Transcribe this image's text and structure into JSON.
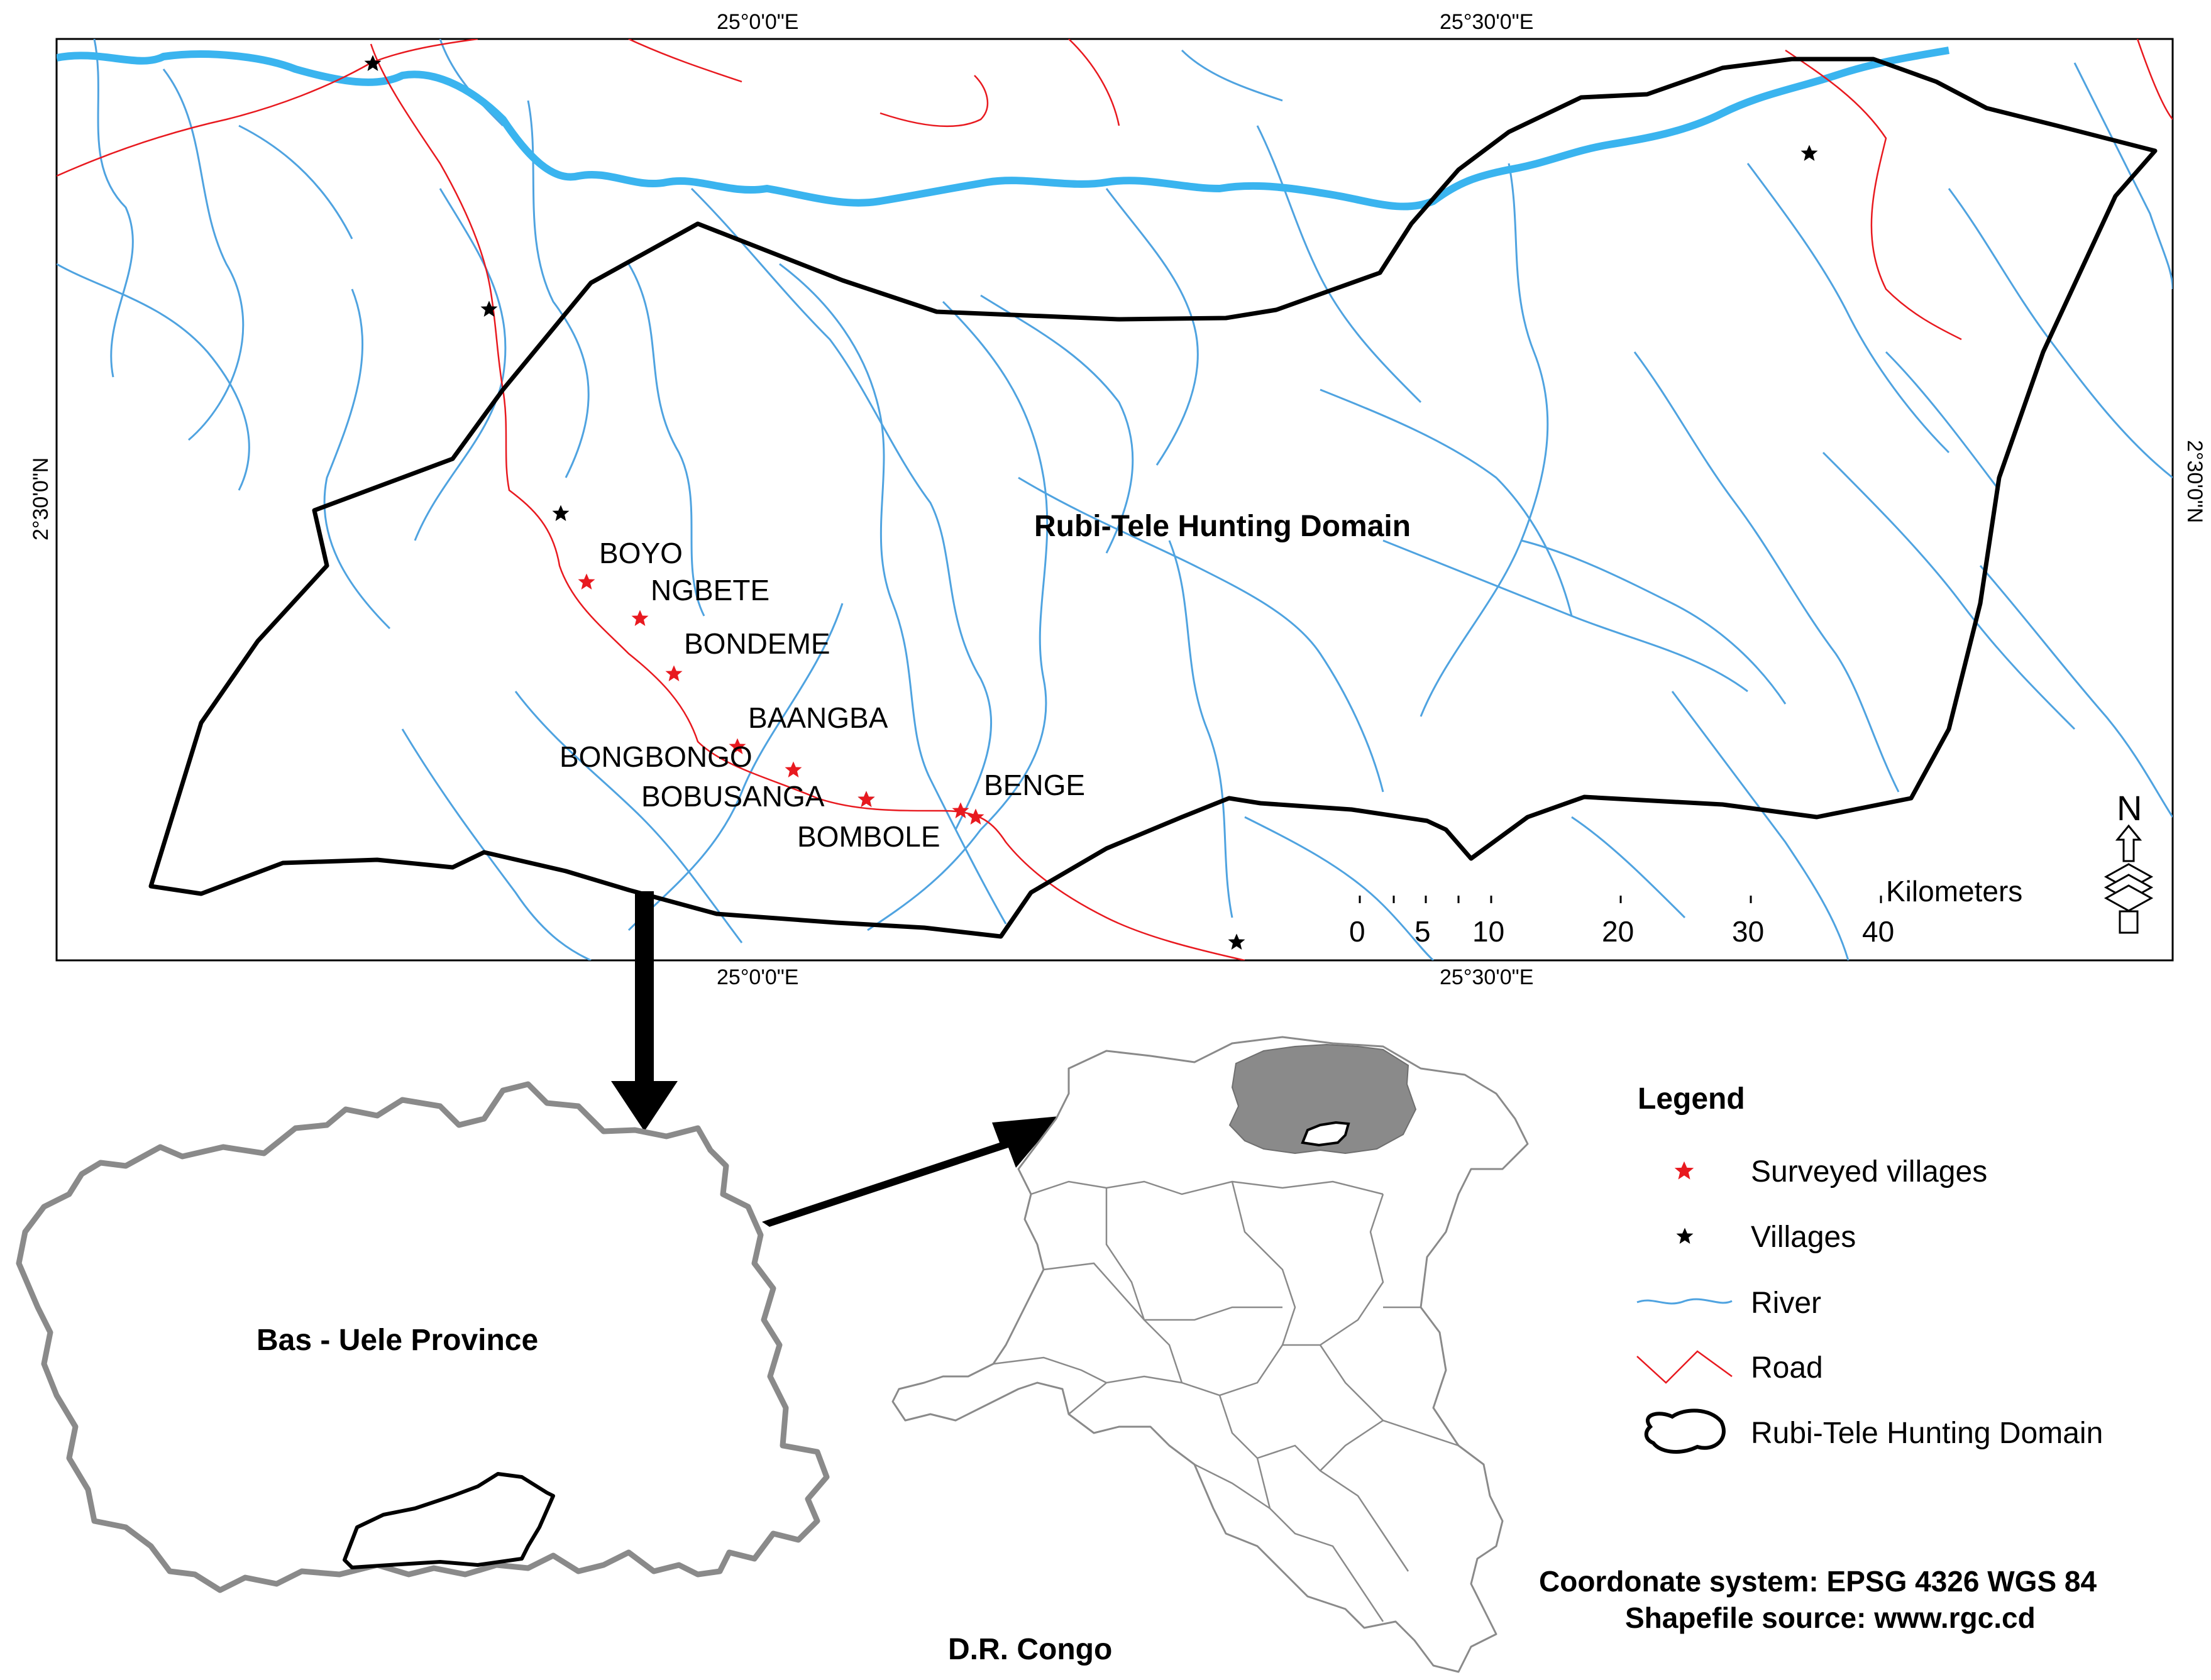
{
  "main_map": {
    "domain_label": "Rubi-Tele Hunting Domain",
    "coords": {
      "top_left": "25°0'0\"E",
      "top_right": "25°30'0\"E",
      "bottom_left": "25°0'0\"E",
      "bottom_right": "25°30'0\"E",
      "left": "2°30'0\"N",
      "right": "2°30'0\"N"
    },
    "villages": [
      {
        "name": "BOYO"
      },
      {
        "name": "NGBETE"
      },
      {
        "name": "BONDEME"
      },
      {
        "name": "BAANGBA"
      },
      {
        "name": "BONGBONGO"
      },
      {
        "name": "BOBUSANGA"
      },
      {
        "name": "BENGE"
      },
      {
        "name": "BOMBOLE"
      }
    ],
    "scale": {
      "unit": "Kilometers",
      "ticks": [
        "0",
        "5",
        "10",
        "20",
        "30",
        "40"
      ]
    },
    "north_label": "N"
  },
  "province": {
    "label": "Bas - Uele Province"
  },
  "country": {
    "label": "D.R. Congo"
  },
  "legend": {
    "title": "Legend",
    "items": [
      {
        "label": "Surveyed villages",
        "icon": "red-star-icon",
        "color": "#e8191f"
      },
      {
        "label": "Villages",
        "icon": "black-star-icon",
        "color": "#000000"
      },
      {
        "label": "River",
        "icon": "river-line-icon",
        "color": "#4fa3e0"
      },
      {
        "label": "Road",
        "icon": "road-line-icon",
        "color": "#e8191f"
      },
      {
        "label": "Rubi-Tele Hunting Domain",
        "icon": "domain-outline-icon",
        "color": "#000000"
      }
    ]
  },
  "credits": {
    "line1": "Coordonate system: EPSG 4326 WGS 84",
    "line2": "Shapefile source: www.rgc.cd"
  },
  "colors": {
    "river": "#4fa3e0",
    "main_river": "#3ab4ef",
    "road": "#e8191f",
    "province_outline": "#8a8a8a",
    "highlight_province": "#8a8a8a"
  }
}
